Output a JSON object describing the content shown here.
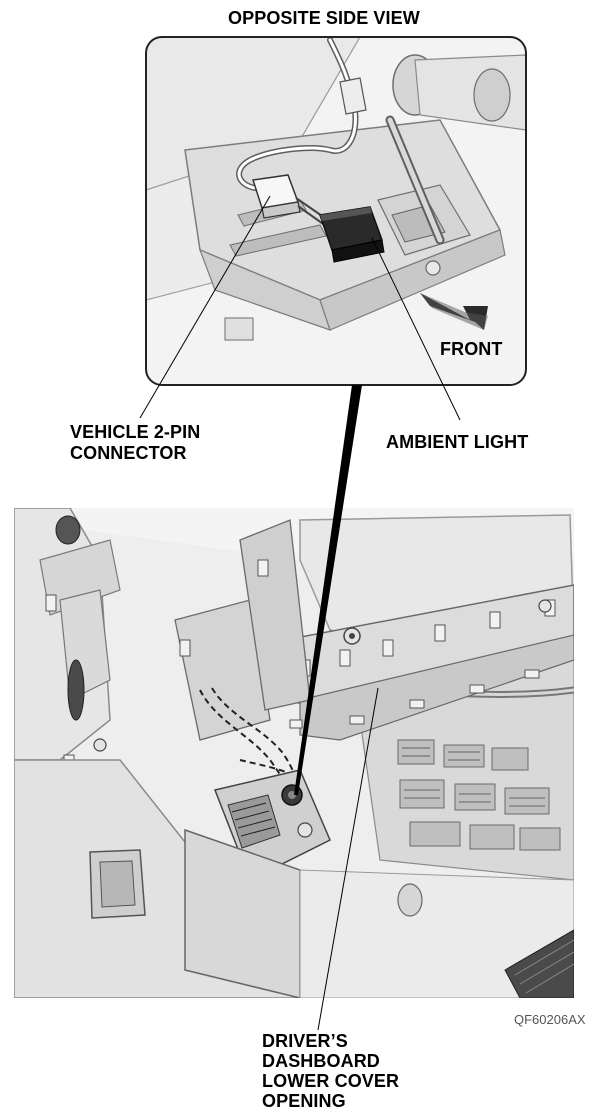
{
  "labels": {
    "inset_title": "OPPOSITE SIDE VIEW",
    "front": "FRONT",
    "vehicle_connector_line1": "VEHICLE 2-PIN",
    "vehicle_connector_line2": "CONNECTOR",
    "ambient_light": "AMBIENT LIGHT",
    "opening_line1": "DRIVER’S",
    "opening_line2": "DASHBOARD",
    "opening_line3": "LOWER COVER",
    "opening_line4": "OPENING"
  },
  "figure_code": "QF60206AX"
}
